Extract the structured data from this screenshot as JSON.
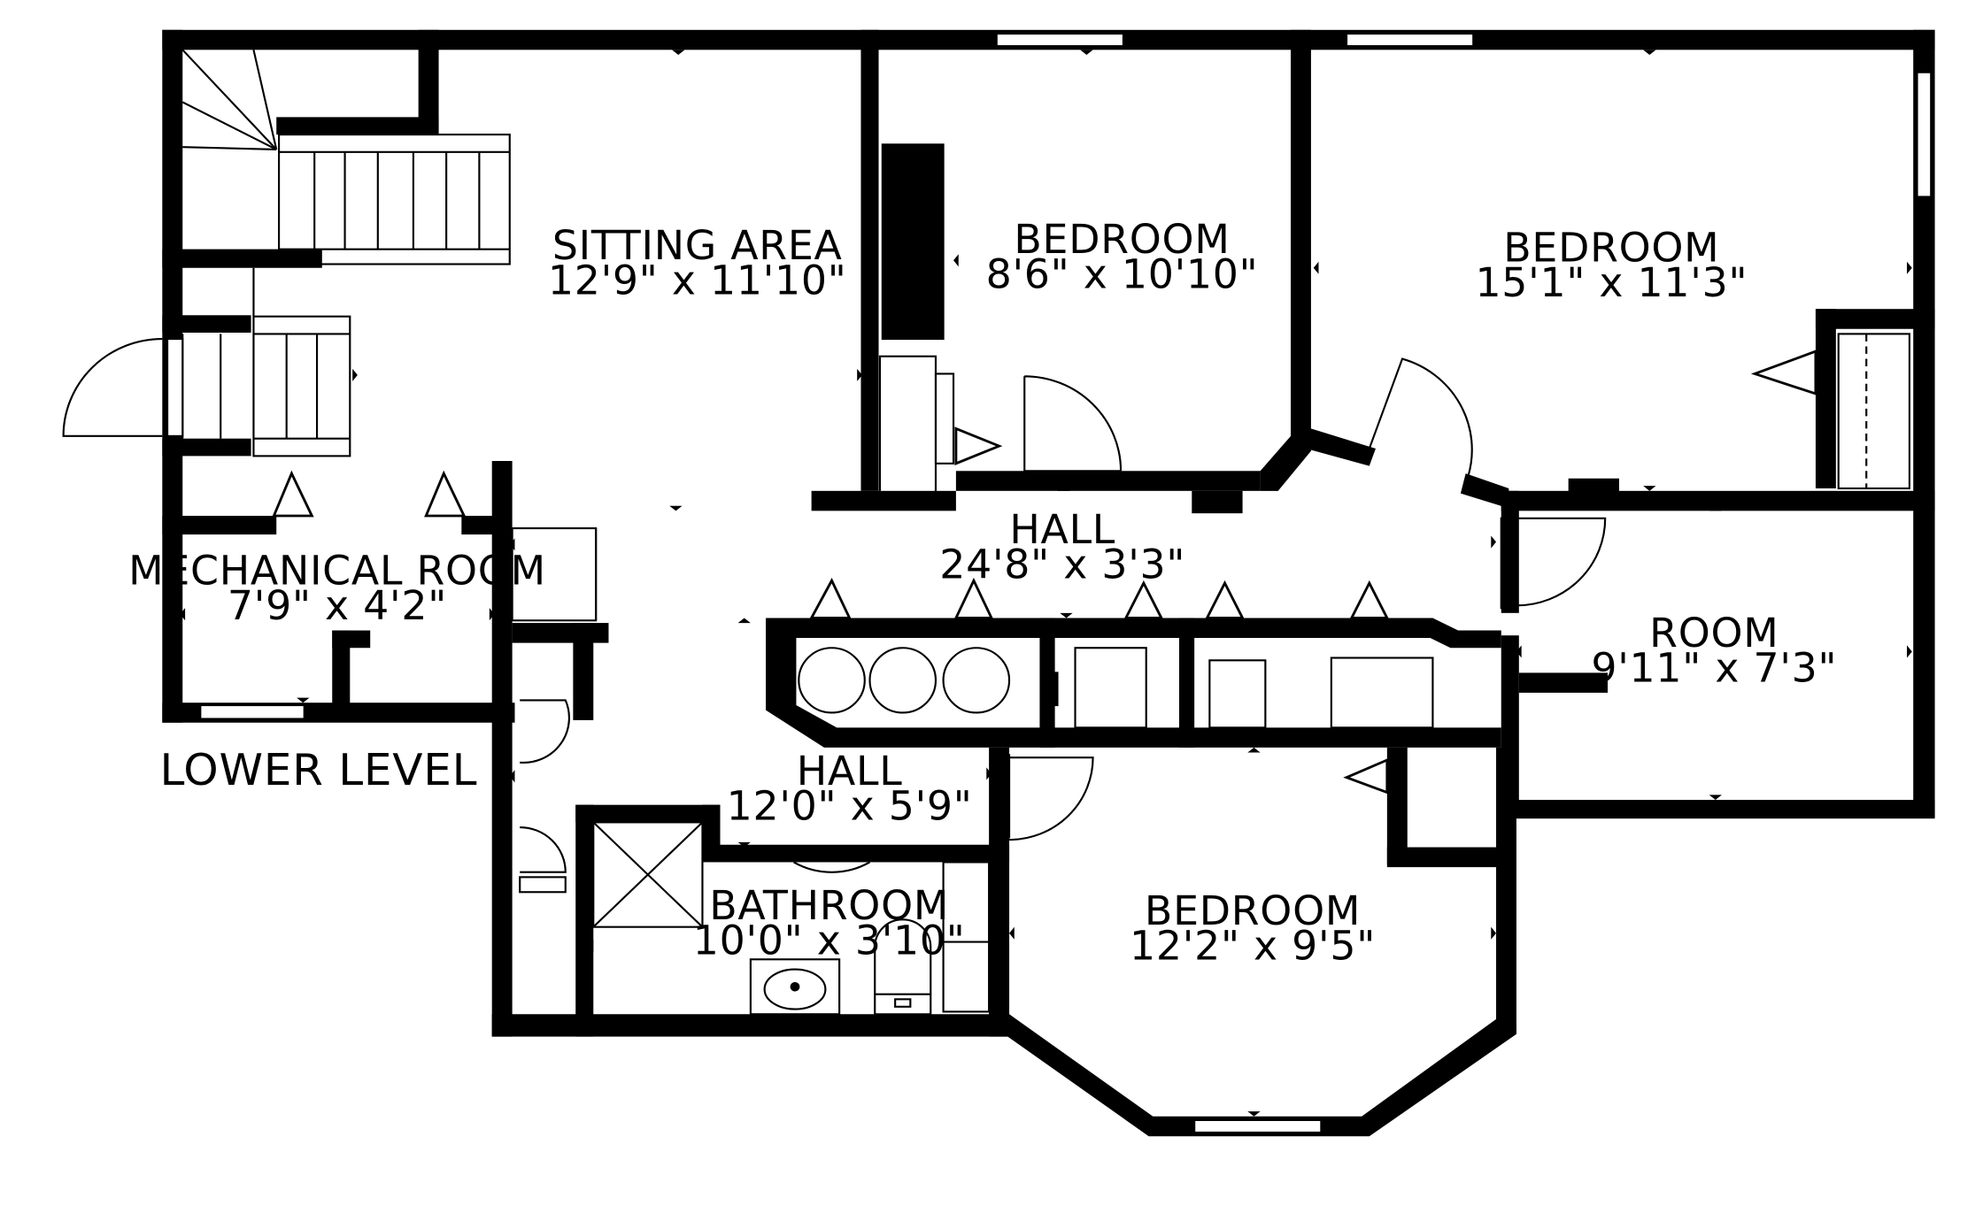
{
  "plan": {
    "level_label": "LOWER LEVEL",
    "rooms": [
      {
        "id": "sitting-area",
        "name": "SITTING AREA",
        "dims": "12'9\" x 11'10\""
      },
      {
        "id": "bedroom-1",
        "name": "BEDROOM",
        "dims": "8'6\" x 10'10\""
      },
      {
        "id": "bedroom-2",
        "name": "BEDROOM",
        "dims": "15'1\" x 11'3\""
      },
      {
        "id": "mechanical-room",
        "name": "MECHANICAL ROOM",
        "dims": "7'9\" x 4'2\""
      },
      {
        "id": "hall-1",
        "name": "HALL",
        "dims": "24'8\" x 3'3\""
      },
      {
        "id": "room",
        "name": "ROOM",
        "dims": "9'11\" x 7'3\""
      },
      {
        "id": "hall-2",
        "name": "HALL",
        "dims": "12'0\" x 5'9\""
      },
      {
        "id": "bathroom",
        "name": "BATHROOM",
        "dims": "10'0\" x 3'10\""
      },
      {
        "id": "bedroom-3",
        "name": "BEDROOM",
        "dims": "12'2\" x 9'5\""
      }
    ]
  },
  "colors": {
    "wall": "#000000",
    "background": "#ffffff",
    "fixture": "#000000"
  }
}
